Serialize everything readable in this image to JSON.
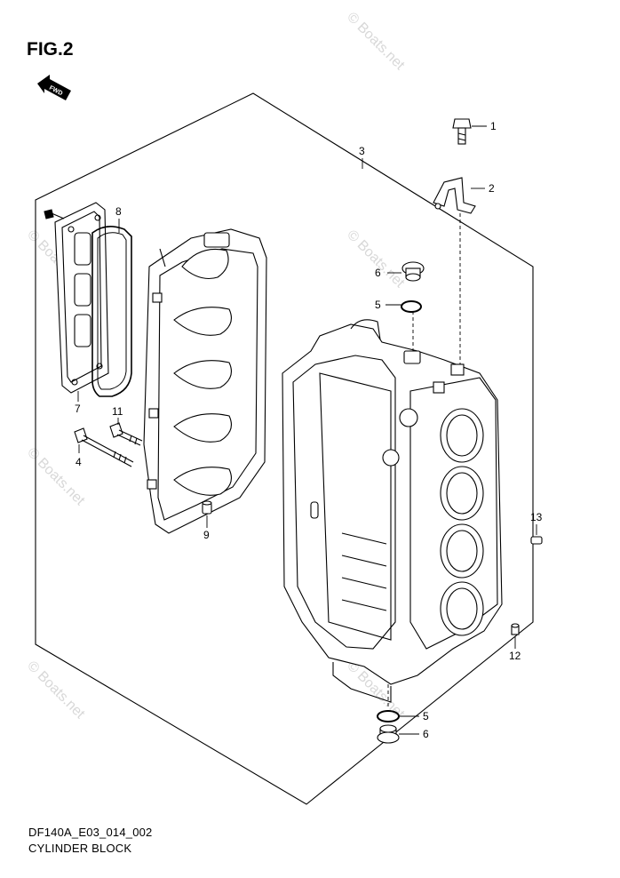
{
  "figure": {
    "title": "FIG.2",
    "direction_badge": "FWD",
    "drawing_code": "DF140A_E03_014_002",
    "drawing_name": "CYLINDER BLOCK",
    "watermark": "© Boats.net"
  },
  "callouts": [
    {
      "id": "1",
      "label": "1"
    },
    {
      "id": "2",
      "label": "2"
    },
    {
      "id": "3",
      "label": "3"
    },
    {
      "id": "4",
      "label": "4"
    },
    {
      "id": "5a",
      "label": "5"
    },
    {
      "id": "5b",
      "label": "5"
    },
    {
      "id": "6a",
      "label": "6"
    },
    {
      "id": "6b",
      "label": "6"
    },
    {
      "id": "7",
      "label": "7"
    },
    {
      "id": "8",
      "label": "8"
    },
    {
      "id": "9",
      "label": "9"
    },
    {
      "id": "11",
      "label": "11"
    },
    {
      "id": "12",
      "label": "12"
    },
    {
      "id": "13",
      "label": "13"
    }
  ]
}
